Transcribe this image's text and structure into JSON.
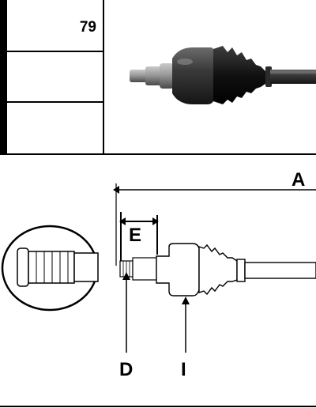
{
  "spec_table": {
    "rows": [
      {
        "value": "79"
      },
      {
        "value": ""
      },
      {
        "value": ""
      }
    ]
  },
  "diagram": {
    "labels": {
      "a": "A",
      "e": "E",
      "d": "D",
      "i": "I"
    }
  }
}
